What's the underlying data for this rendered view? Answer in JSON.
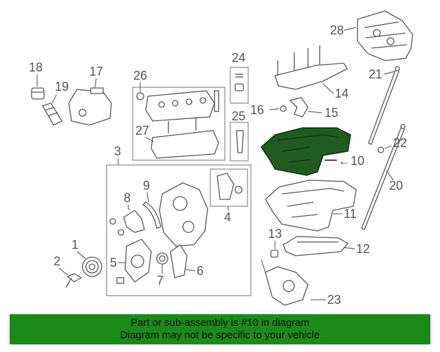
{
  "diagram": {
    "highlighted_part": "10",
    "callouts": [
      "1",
      "2",
      "3",
      "4",
      "5",
      "6",
      "7",
      "8",
      "9",
      "10",
      "11",
      "12",
      "13",
      "14",
      "15",
      "16",
      "17",
      "18",
      "19",
      "20",
      "21",
      "22",
      "23",
      "24",
      "25",
      "26",
      "27",
      "28"
    ]
  },
  "banner": {
    "line1": "Part or sub-assembly is #10 in diagram",
    "line2": "Diagram may not be specific to your vehicle",
    "background_color": "#1b8a1b"
  },
  "colors": {
    "highlight": "#1f5a1f",
    "line": "#555555"
  }
}
